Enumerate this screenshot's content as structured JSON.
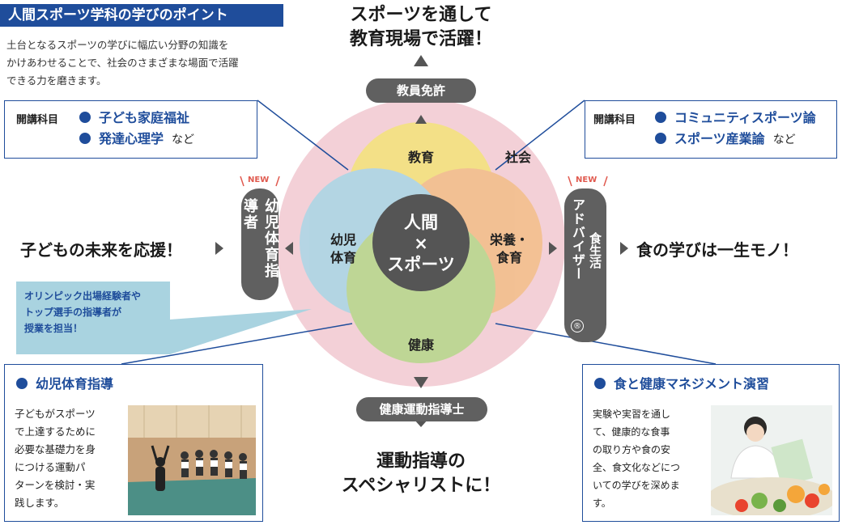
{
  "header": {
    "title": "人間スポーツ学科の学びのポイント",
    "intro": [
      "土台となるスポーツの学びに幅広い分野の知識を",
      "かけあわせることで、社会のさまざまな場面で活躍",
      "できる力を磨きます。"
    ]
  },
  "top": {
    "headline": [
      "スポーツを通して",
      "教育現場で活躍！"
    ],
    "pill": "教員免許"
  },
  "bottom": {
    "headline": [
      "運動指導の",
      "スペシャリストに！"
    ],
    "pill": "健康運動指導士"
  },
  "left": {
    "headline": "子どもの未来を応援！",
    "pill": "幼児体育指導者",
    "new": "NEW"
  },
  "right": {
    "headline": "食の学びは一生モノ！",
    "pill_main": "アドバイザー",
    "pill_sub": "食生活",
    "mark": "®",
    "new": "NEW"
  },
  "subjects_left": {
    "label": "開講科目",
    "items": [
      "子ども家庭福祉",
      "発達心理学"
    ],
    "suffix": "など"
  },
  "subjects_right": {
    "label": "開講科目",
    "items": [
      "コミュニティスポーツ論",
      "スポーツ産業論"
    ],
    "suffix": "など"
  },
  "circles": {
    "education": "教育",
    "society": "社会",
    "early_pe": [
      "幼児",
      "体育"
    ],
    "nutrition": [
      "栄養・",
      "食育"
    ],
    "health": "健康",
    "center": [
      "人間",
      "×",
      "スポーツ"
    ]
  },
  "note": [
    "オリンピック出場経験者や",
    "トップ選手の指導者が",
    "授業を担当！"
  ],
  "card_left": {
    "title": "幼児体育指導",
    "body": [
      "子どもがスポーツ",
      "で上達するために",
      "必要な基礎力を身",
      "につける運動パ",
      "ターンを検討・実",
      "践します。"
    ]
  },
  "card_right": {
    "title": "食と健康マネジメント演習",
    "body": [
      "実験や実習を通し",
      "て、健康的な食事",
      "の取り方や食の安",
      "全、食文化などにつ",
      "いての学びを深めま",
      "す。"
    ]
  },
  "colors": {
    "brand": "#1f4d9b",
    "outer_ring": "#f3d0d7",
    "education": "#f3e37a",
    "nutrition": "#f2be88",
    "early_pe": "#a9d6e6",
    "health": "#b5d88a",
    "center": "#555555",
    "pill": "#606060"
  }
}
